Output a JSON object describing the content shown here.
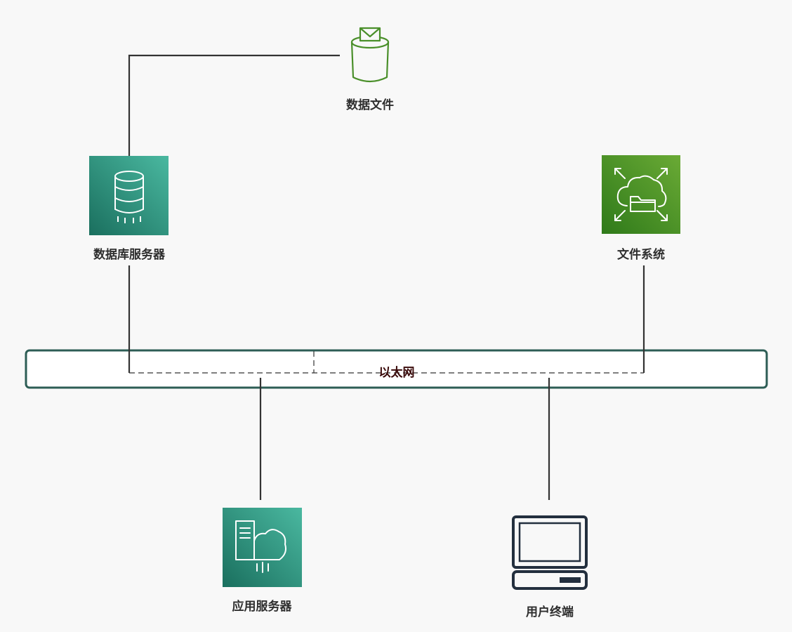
{
  "nodes": {
    "data_file": {
      "label": "数据文件",
      "icon": "storage-bucket-icon",
      "color": "#4a8f2a"
    },
    "db_server": {
      "label": "数据库服务器",
      "icon": "database-icon",
      "color": "#1f8f78"
    },
    "file_system": {
      "label": "文件系统",
      "icon": "cloud-folder-icon",
      "color": "#4e9a26"
    },
    "app_server": {
      "label": "应用服务器",
      "icon": "server-cloud-icon",
      "color": "#1f8f78"
    },
    "user_terminal": {
      "label": "用户终端",
      "icon": "terminal-icon",
      "color": "#232f3e"
    }
  },
  "network": {
    "label": "以太网",
    "border_color": "#2d5d55"
  },
  "connection_color": "#333333"
}
